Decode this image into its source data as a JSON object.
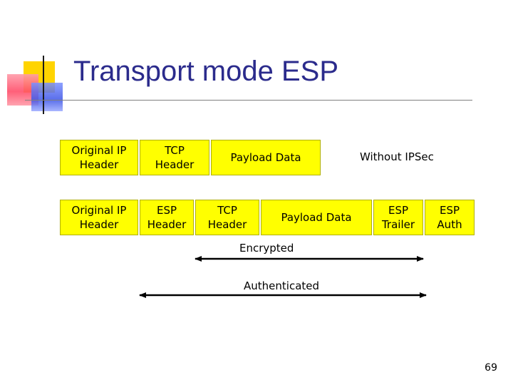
{
  "slide": {
    "title": "Transport mode ESP",
    "page_number": "69"
  },
  "row1": {
    "boxes": [
      {
        "line1": "Original IP",
        "line2": "Header"
      },
      {
        "line1": "TCP",
        "line2": "Header"
      },
      {
        "line1": "Payload Data",
        "line2": ""
      }
    ],
    "caption": "Without IPSec"
  },
  "row2": {
    "boxes": [
      {
        "line1": "Original IP",
        "line2": "Header"
      },
      {
        "line1": "ESP",
        "line2": "Header"
      },
      {
        "line1": "TCP",
        "line2": "Header"
      },
      {
        "line1": "Payload Data",
        "line2": ""
      },
      {
        "line1": "ESP",
        "line2": "Trailer"
      },
      {
        "line1": "ESP",
        "line2": "Auth"
      }
    ]
  },
  "ranges": {
    "encrypted": "Encrypted",
    "authenticated": "Authenticated"
  },
  "colors": {
    "box_fill": "#ffff00",
    "title": "#2b2b8c"
  }
}
